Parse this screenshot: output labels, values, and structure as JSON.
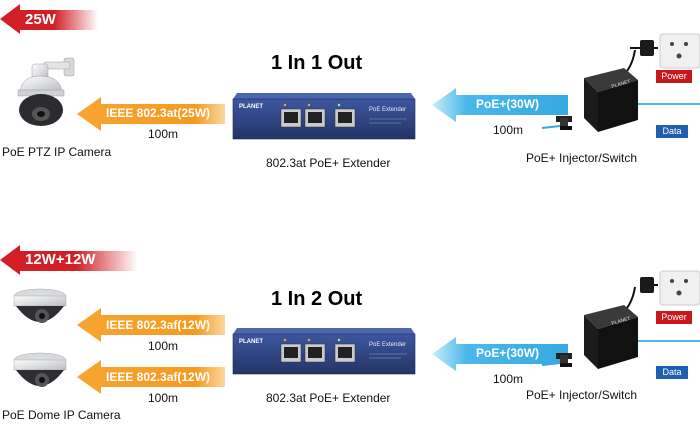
{
  "top": {
    "budget": "25W",
    "title": "1 In 1 Out",
    "camera_caption": "PoE PTZ IP Camera",
    "device_caption": "802.3at PoE+ Extender",
    "injector_caption": "PoE+ Injector/Switch",
    "out_links": [
      {
        "label": "IEEE 802.3at(25W)",
        "distance": "100m"
      }
    ],
    "in_link": {
      "label": "PoE+(30W)",
      "distance": "100m"
    },
    "power_tag": "Power",
    "data_tag": "Data"
  },
  "bottom": {
    "budget": "12W+12W",
    "title": "1 In 2 Out",
    "camera_caption": "PoE Dome IP Camera",
    "device_caption": "802.3at PoE+ Extender",
    "injector_caption": "PoE+ Injector/Switch",
    "out_links": [
      {
        "label": "IEEE 802.3af(12W)",
        "distance": "100m"
      },
      {
        "label": "IEEE 802.3af(12W)",
        "distance": "100m"
      }
    ],
    "in_link": {
      "label": "PoE+(30W)",
      "distance": "100m"
    },
    "power_tag": "Power",
    "data_tag": "Data"
  },
  "device": {
    "brand": "PLANET",
    "model_text": "PoE Extender"
  },
  "injector": {
    "brand": "PLANET"
  },
  "colors": {
    "budget_arrow": "#d21f26",
    "output_arrow": "#f59a1e",
    "input_arrow": "#4cb8ea",
    "device_body": "#2b3f78",
    "power_tag": "#c8181e",
    "data_tag": "#1f5fb0"
  }
}
